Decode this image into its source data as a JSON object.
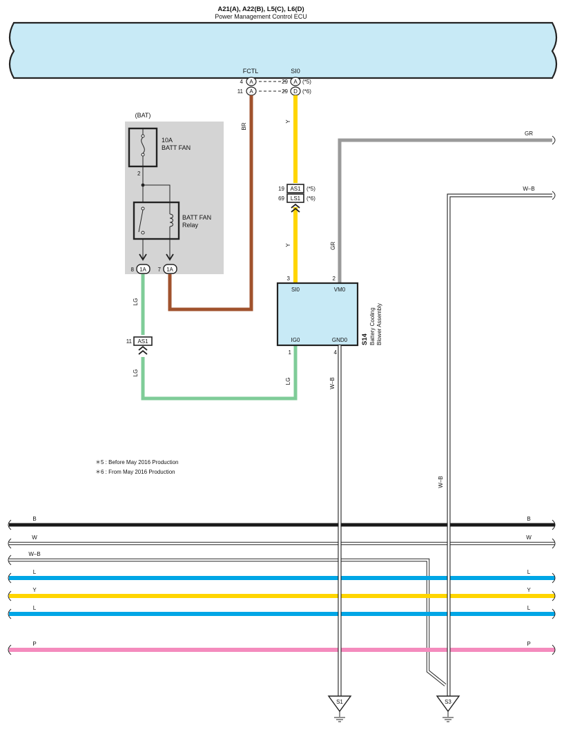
{
  "ecu": {
    "connectors": "A21(A), A22(B), L5(C), L6(D)",
    "name": "Power Management Control ECU",
    "pin_fctl": "FCTL",
    "pin_si0": "SI0",
    "fctl_pin1": "4",
    "fctl_conn1": "A",
    "fctl_pin2": "11",
    "fctl_conn2": "A",
    "si0_pin1": "29",
    "si0_conn1": "A",
    "si0_note1": "(*5)",
    "si0_pin2": "29",
    "si0_conn2": "D",
    "si0_note2": "(*6)"
  },
  "fuse": {
    "supply": "(BAT)",
    "rating": "10A",
    "name": "BATT FAN",
    "pin": "2"
  },
  "relay": {
    "name1": "BATT FAN",
    "name2": "Relay",
    "pin_left_num": "8",
    "pin_left_conn": "1A",
    "pin_right_num": "7",
    "pin_right_conn": "1A"
  },
  "junction_as1_left": {
    "pin": "11",
    "label": "AS1"
  },
  "junction_right": {
    "pin1": "19",
    "label1": "AS1",
    "note1": "(*5)",
    "pin2": "69",
    "label2": "LS1",
    "note2": "(*6)"
  },
  "blower": {
    "id": "S14",
    "name1": "Battery Cooling",
    "name2": "Blower Assembly",
    "pin_si0": "SI0",
    "pin_vm0": "VM0",
    "pin_ig0": "IG0",
    "pin_gnd0": "GND0",
    "num_si0": "3",
    "num_vm0": "2",
    "num_ig0": "1",
    "num_gnd0": "4"
  },
  "wire_labels": {
    "br": "BR",
    "y_top": "Y",
    "y_bottom": "Y",
    "gr_vertical": "GR",
    "gr_right": "GR",
    "wb_right": "W–B",
    "lg_upper": "LG",
    "lg_lower": "LG",
    "lg_right": "LG",
    "wb_gnd": "W–B",
    "wb_s3": "W–B"
  },
  "notes": {
    "note1": "＊5 : Before May 2016 Production",
    "note2": "＊6 : From May 2016 Production"
  },
  "buses": [
    {
      "label": "B",
      "color": "#1a1a1a"
    },
    {
      "label": "W",
      "color": "#ffffff"
    },
    {
      "label": "W–B",
      "color": "#ffffff"
    },
    {
      "label": "L",
      "color": "#00a6e6"
    },
    {
      "label": "Y",
      "color": "#ffd500"
    },
    {
      "label": "L",
      "color": "#00a6e6"
    },
    {
      "label": "P",
      "color": "#f48bbd"
    }
  ],
  "grounds": {
    "s1": "S1",
    "s3": "S3"
  },
  "colors": {
    "ecu_fill": "#c8eaf6",
    "blower_fill": "#c8eaf6",
    "relay_area": "#d4d4d4",
    "br": "#a0522d",
    "y": "#ffd500",
    "gr": "#9a9a9a",
    "lg": "#7fcc98"
  }
}
